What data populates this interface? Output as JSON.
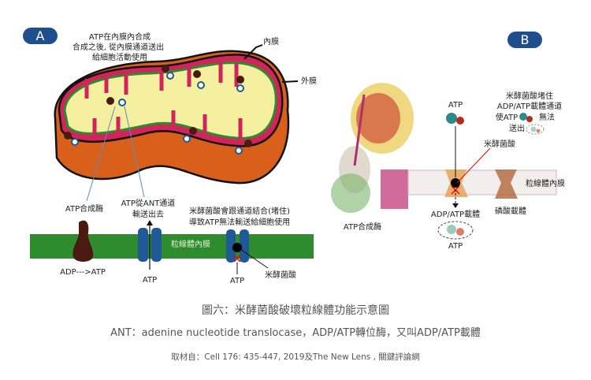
{
  "panel_a": {
    "badge": "A",
    "top_note": [
      "ATP在內膜內合成",
      "合成之後, 從內膜通道送出",
      "給細胞活動使用"
    ],
    "inner_membrane_label": "內膜",
    "outer_membrane_label": "外膜",
    "atp_synthase_label": "ATP合成酶",
    "ant_label": [
      "ATP從ANT通道",
      "輸送出去"
    ],
    "blocked_note": [
      "米酵菌酸會跟通道結合(堵住)",
      "導致ATP無法輸送給細胞使用"
    ],
    "membrane_label": "粒線體內膜",
    "adp_atp": "ADP--->ATP",
    "atp_1": "ATP",
    "atp_2": "ATP",
    "bongkrekic_acid": "米酵菌酸"
  },
  "panel_b": {
    "badge": "B",
    "atp_top": "ATP",
    "blocked_note": [
      "米酵菌酸堵住",
      "ADP/ATP載體通道",
      "使ATP",
      "無法",
      "送出"
    ],
    "bongkrekic_acid": "米酵菌酸",
    "membrane_label": "粒線體內膜",
    "carrier_label": "ADP/ATP載體",
    "atp_bottom": "ATP",
    "phosphate_carrier": "磷酸載體",
    "atp_synthase_label": "ATP合成酶"
  },
  "caption": {
    "title": "圖六：米酵菌酸破壞粒線體功能示意圖",
    "definition": "ANT：adenine nucleotide translocase，ADP/ATP轉位酶，又叫ADP/ATP載體",
    "source": "取材自：Cell 176: 435-447, 2019及The New Lens , 關鍵評論網"
  },
  "colors": {
    "badge": "#1f4e8c",
    "membrane": "#2e8b2e",
    "outer": "#d9601a",
    "intermembrane": "#d0245a",
    "matrix": "#f4f0a0",
    "channel": "#1f5a96"
  }
}
